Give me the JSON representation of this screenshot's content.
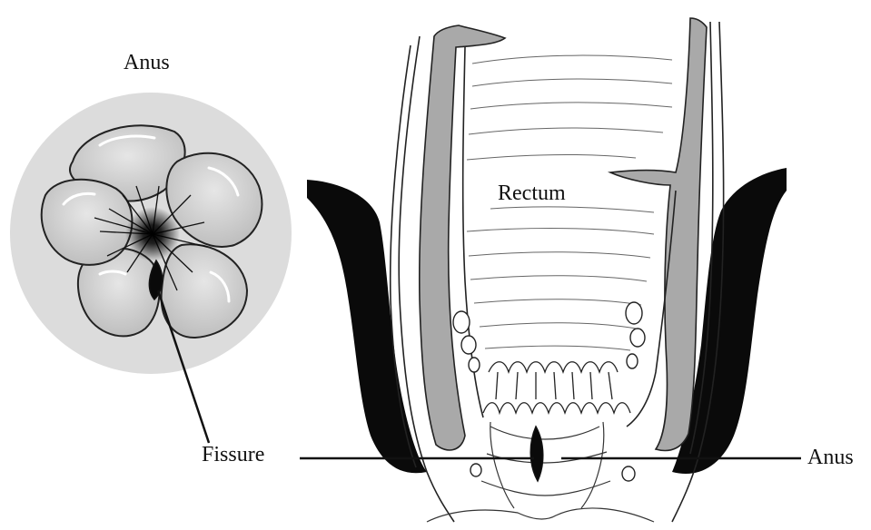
{
  "labels": {
    "anus_external": "Anus",
    "rectum": "Rectum",
    "fissure": "Fissure",
    "anus_section": "Anus"
  },
  "colors": {
    "ink": "#111111",
    "halo": "#dcdcdc",
    "tissue": "#d2d2d2",
    "muscle": "#a9a9a9",
    "sphincter": "#0a0a0a",
    "paper": "#ffffff"
  }
}
